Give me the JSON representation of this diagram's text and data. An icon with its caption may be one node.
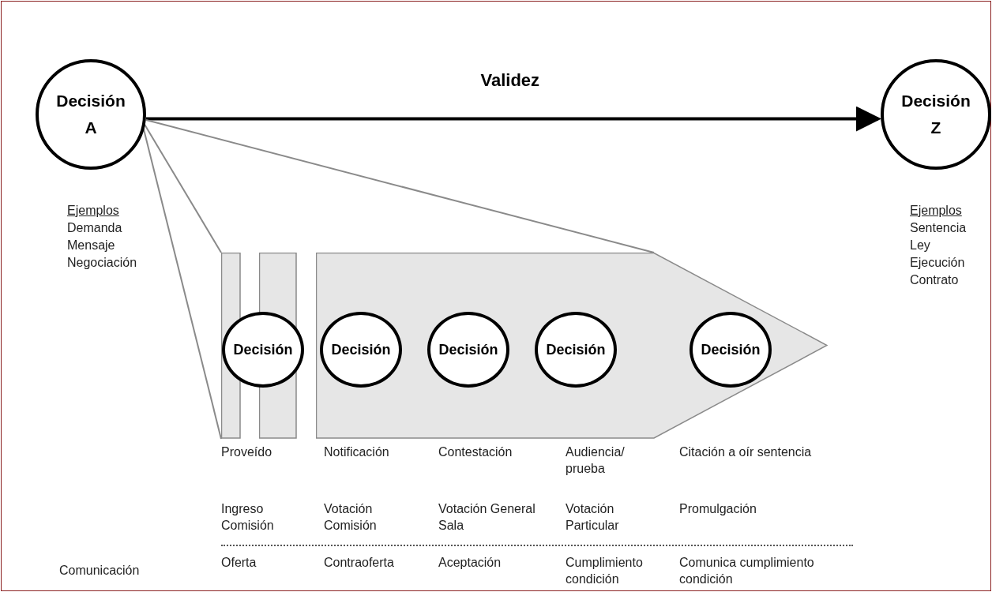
{
  "diagram": {
    "nodes": [
      {
        "text": [
          "Decisión A"
        ],
        "beside": [
          "Ejemplos",
          "Demanda",
          "Mensaje",
          "Negociación"
        ]
      },
      {
        "text": [
          "Decisión Z"
        ],
        "beside": [
          "Ejemplos",
          "Sentencia",
          "Ley",
          "Ejecución",
          "Contrato"
        ]
      },
      {
        "text": [],
        "shape": "bar"
      },
      {
        "text": [],
        "shape": "bar"
      },
      {
        "text": [],
        "shape": "arrow"
      },
      {
        "text": [
          "Decisión"
        ]
      },
      {
        "text": [
          "Decisión"
        ],
        "in": 4
      },
      {
        "text": [
          "Decisión"
        ],
        "in": 4
      },
      {
        "text": [
          "Decisión"
        ],
        "in": 4
      },
      {
        "text": [
          "Decisión"
        ],
        "in": 4
      }
    ],
    "edges": [
      {
        "from": 0,
        "to": 1,
        "arrow": "to",
        "label": "Validez",
        "style": "thick",
        "color": "#000000"
      },
      {
        "from": 0,
        "to": 2,
        "arrow": "none"
      },
      {
        "from": 0,
        "to": 2,
        "arrow": "none"
      },
      {
        "from": 0,
        "to": 4,
        "arrow": "none"
      }
    ],
    "labels": [
      "Proveído",
      "Notificación",
      "Contestación",
      "Audiencia/ prueba",
      "Citación a oír sentencia",
      "Ingreso Comisión",
      "Votación Comisión",
      "Votación General Sala",
      "Votación Particular",
      "Promulgación",
      "Comunicación",
      "Oferta",
      "Contraoferta",
      "Aceptación",
      "Cumplimiento condición",
      "Comunica cumplimiento condición"
    ]
  }
}
